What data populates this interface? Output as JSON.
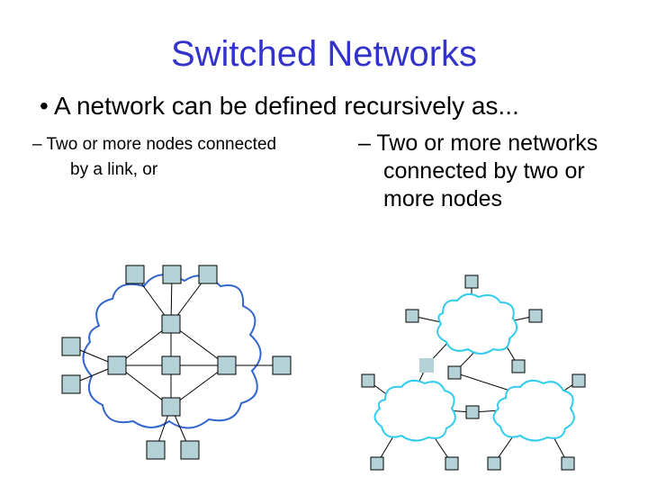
{
  "slide": {
    "title": "Switched Networks",
    "bullet": "• A network can be defined recursively as...",
    "sub_left": "– Two or more nodes connected by a link, or",
    "sub_right": "– Two or more networks connected by two or more nodes"
  },
  "colors": {
    "title": "#3333cc",
    "node_fill": "#b4d2d6",
    "cloud_left": "#3366cc",
    "cloud_right": "#33ccee"
  }
}
